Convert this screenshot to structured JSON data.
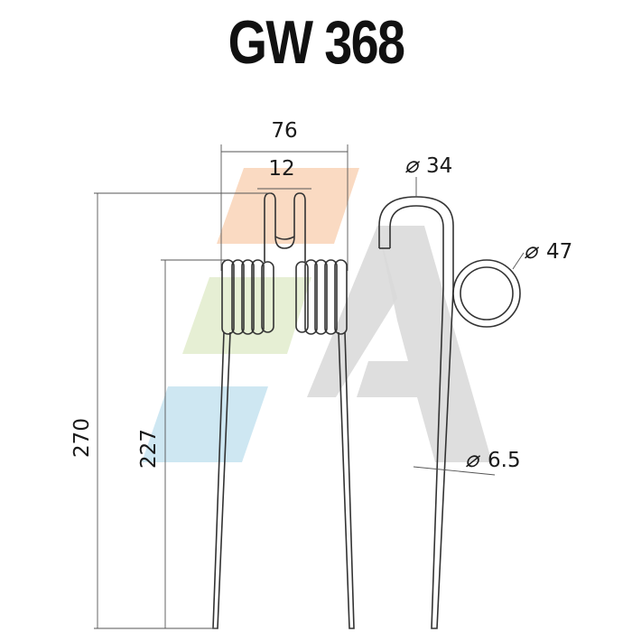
{
  "title": "GW 368",
  "dimensions": {
    "overall_width": "76",
    "loop_gap": "12",
    "total_length": "270",
    "tine_length": "227",
    "hook_diameter": "34",
    "coil_diameter": "47",
    "wire_diameter": "6.5",
    "diameter_symbol": "⌀"
  },
  "colors": {
    "line": "#333333",
    "watermark_orange": "#f7c9a5",
    "watermark_green": "#dfeac6",
    "watermark_blue": "#bfe0ee",
    "watermark_grey": "#d4d4d4"
  }
}
